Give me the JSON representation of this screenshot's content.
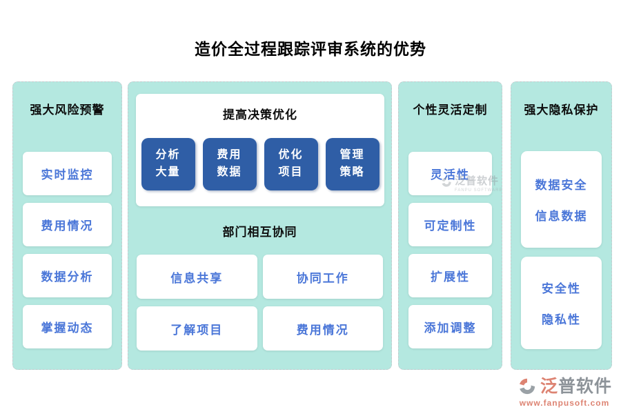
{
  "page": {
    "title": "造价全过程跟踪评审系统的优势"
  },
  "panels": {
    "risk": {
      "title": "强大风险预警",
      "items": [
        "实时监控",
        "费用情况",
        "数据分析",
        "掌握动态"
      ]
    },
    "decision": {
      "title": "提高决策优化",
      "boxes": [
        {
          "line1": "分析",
          "line2": "大量"
        },
        {
          "line1": "费用",
          "line2": "数据"
        },
        {
          "line1": "优化",
          "line2": "项目"
        },
        {
          "line1": "管理",
          "line2": "策略"
        }
      ]
    },
    "collaboration": {
      "title": "部门相互协同",
      "items": [
        "信息共享",
        "协同工作",
        "了解项目",
        "费用情况"
      ]
    },
    "custom": {
      "title": "个性灵活定制",
      "items": [
        "灵活性",
        "可定制性",
        "扩展性",
        "添加调整"
      ]
    },
    "privacy": {
      "title": "强大隐私保护",
      "cards": [
        {
          "line1": "数据安全",
          "line2": "信息数据"
        },
        {
          "line1": "安全性",
          "line2": "隐私性"
        }
      ]
    }
  },
  "branding": {
    "watermark": {
      "name": "泛普软件",
      "subtext": "FANPU SOFTWARE"
    },
    "footer": {
      "name_accent": "泛",
      "name_rest": "普软件",
      "url": "www.fanpusoft.com"
    }
  },
  "colors": {
    "panel_bg": "#b4e8e0",
    "box_blue": "#2f5ea6",
    "text_blue": "#4a76d8",
    "brand_coral": "#dd8372",
    "brand_gray": "#8d9399"
  }
}
